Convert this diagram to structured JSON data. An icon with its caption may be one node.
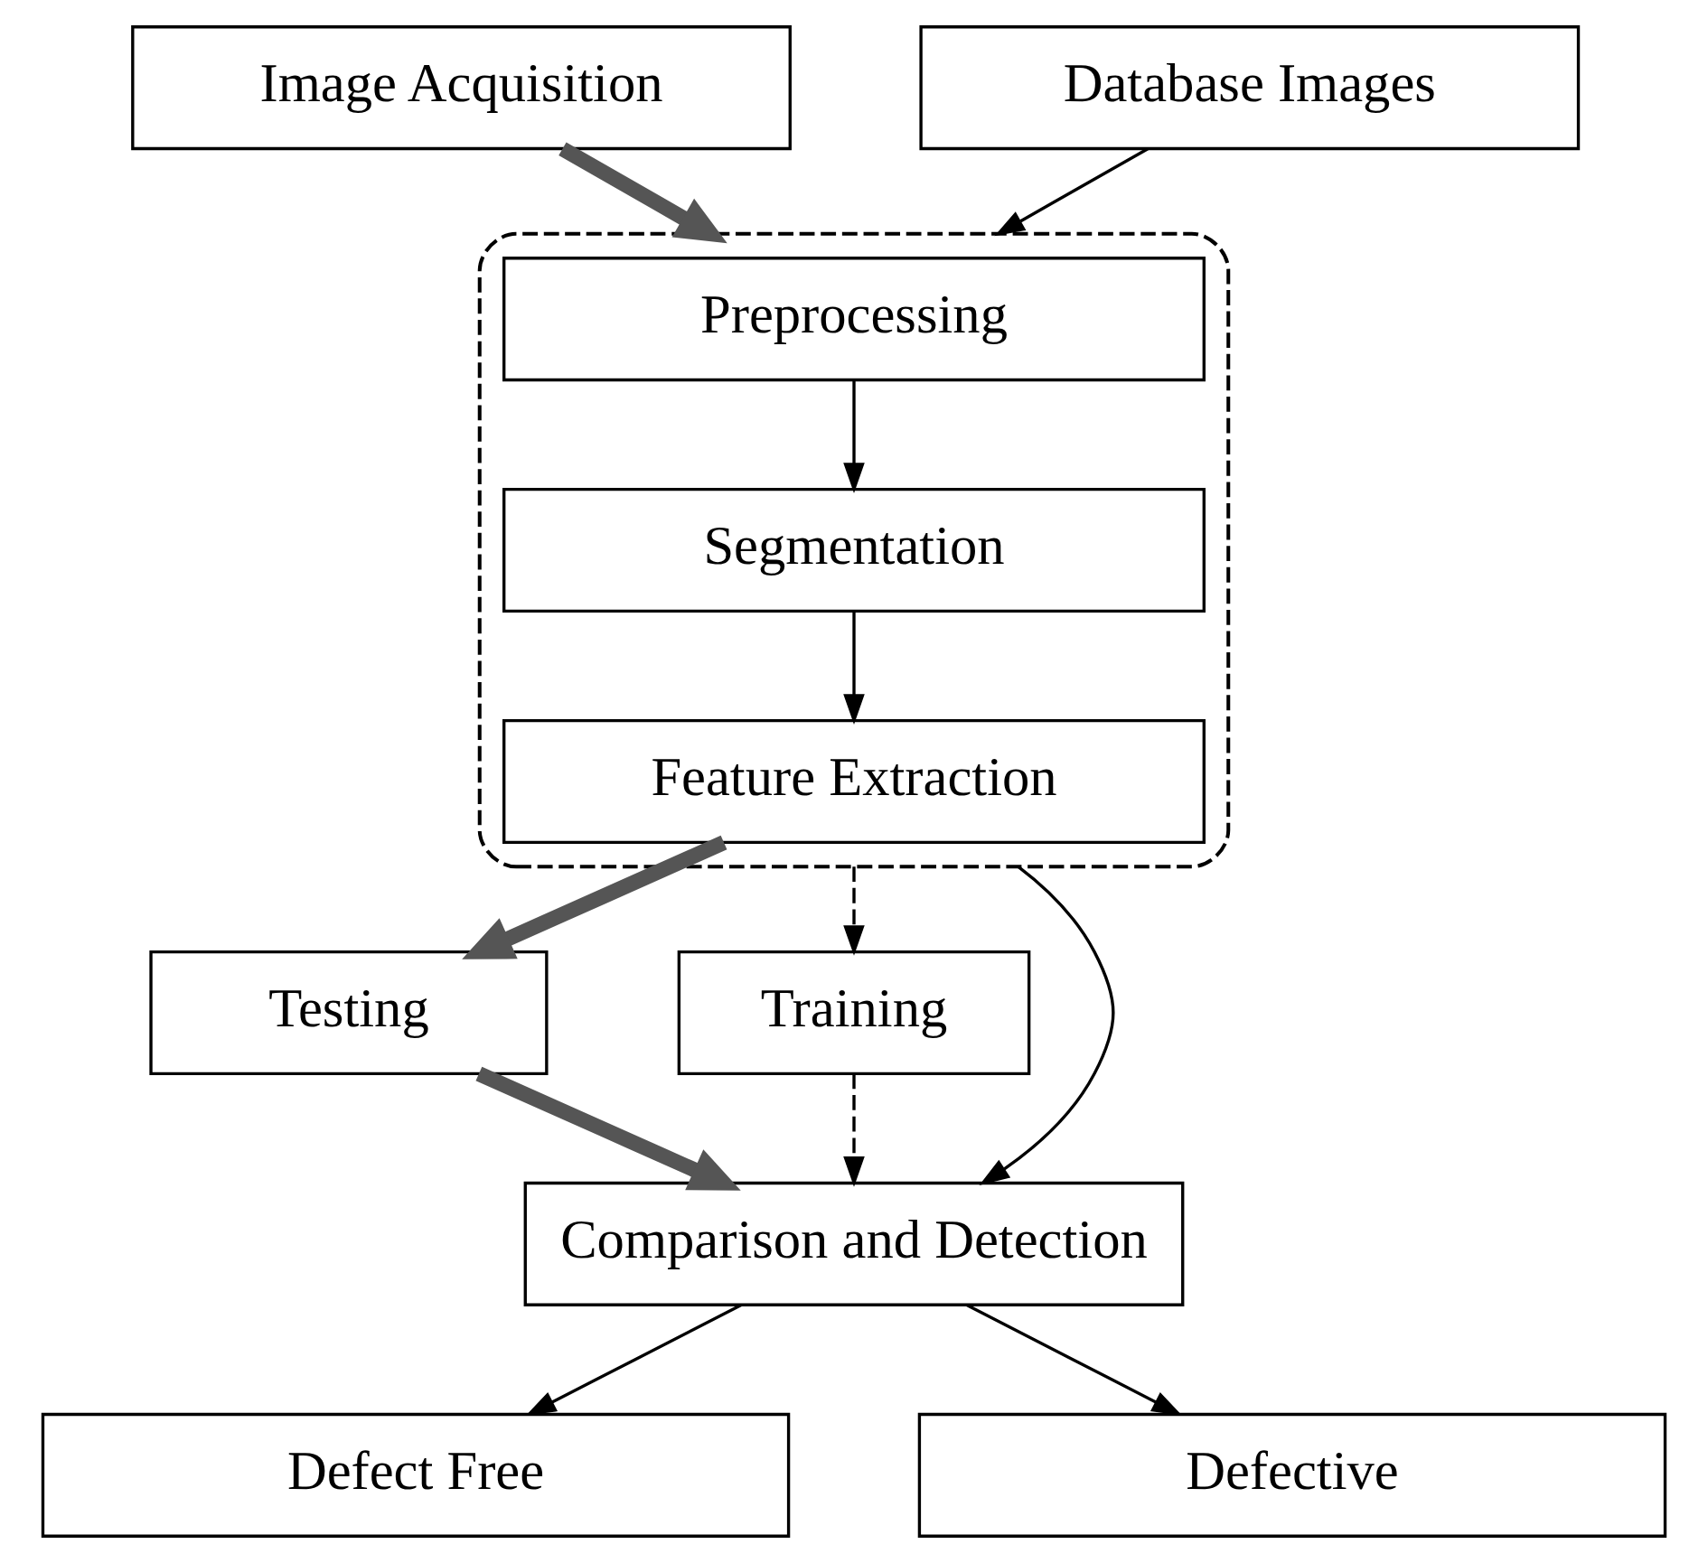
{
  "diagram": {
    "nodes": [
      {
        "text": [
          "Image Acquisition"
        ]
      },
      {
        "text": [
          "Database Images"
        ]
      },
      {
        "text": [],
        "shape": "box"
      },
      {
        "text": [
          "Preprocessing"
        ],
        "in": 2
      },
      {
        "text": [
          "Segmentation"
        ],
        "in": 2
      },
      {
        "text": [
          "Feature Extraction"
        ],
        "in": 2
      },
      {
        "text": [
          "Testing"
        ]
      },
      {
        "text": [
          "Training"
        ]
      },
      {
        "text": [
          "Comparison and Detection"
        ]
      },
      {
        "text": [
          "Defect Free"
        ]
      },
      {
        "text": [
          "Defective"
        ]
      }
    ],
    "edges": [
      {
        "from": 0,
        "to": 2,
        "arrow": "to",
        "style": "thick"
      },
      {
        "from": 1,
        "to": 2,
        "arrow": "to"
      },
      {
        "from": 3,
        "to": 4,
        "arrow": "to"
      },
      {
        "from": 4,
        "to": 5,
        "arrow": "to"
      },
      {
        "from": 5,
        "to": 6,
        "arrow": "to",
        "style": "thick"
      },
      {
        "from": 2,
        "to": 7,
        "arrow": "to",
        "style": "dashed"
      },
      {
        "from": 2,
        "to": 8,
        "arrow": "to"
      },
      {
        "from": 6,
        "to": 8,
        "arrow": "to",
        "style": "thick"
      },
      {
        "from": 7,
        "to": 8,
        "arrow": "to",
        "style": "dashed"
      },
      {
        "from": 8,
        "to": 9,
        "arrow": "to"
      },
      {
        "from": 8,
        "to": 10,
        "arrow": "to"
      }
    ]
  }
}
